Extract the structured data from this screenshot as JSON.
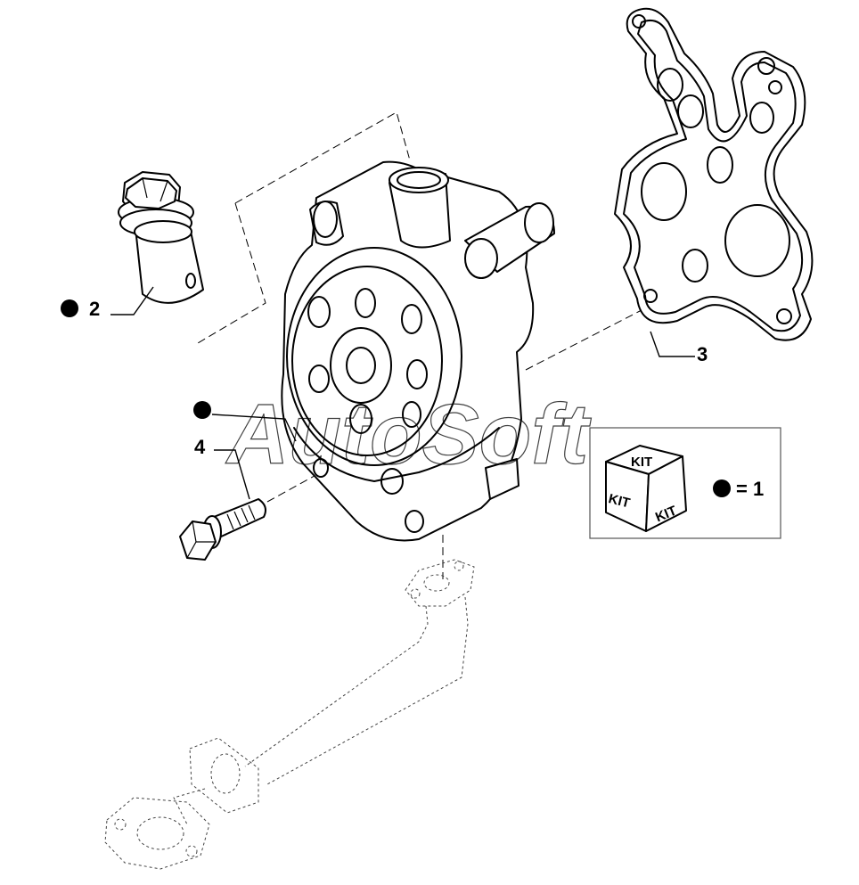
{
  "watermark": "AutoSoft",
  "callouts": {
    "plug": "2",
    "gasket": "3",
    "bolt": "4"
  },
  "legend": {
    "kit_top": "KIT",
    "kit_left": "KIT",
    "kit_right": "KIT",
    "equals": "= 1"
  },
  "colors": {
    "line": "#000000",
    "background": "#ffffff",
    "kit_dot": "#000000"
  },
  "icons": [
    "kit-marker-dot",
    "kit-box-icon"
  ]
}
